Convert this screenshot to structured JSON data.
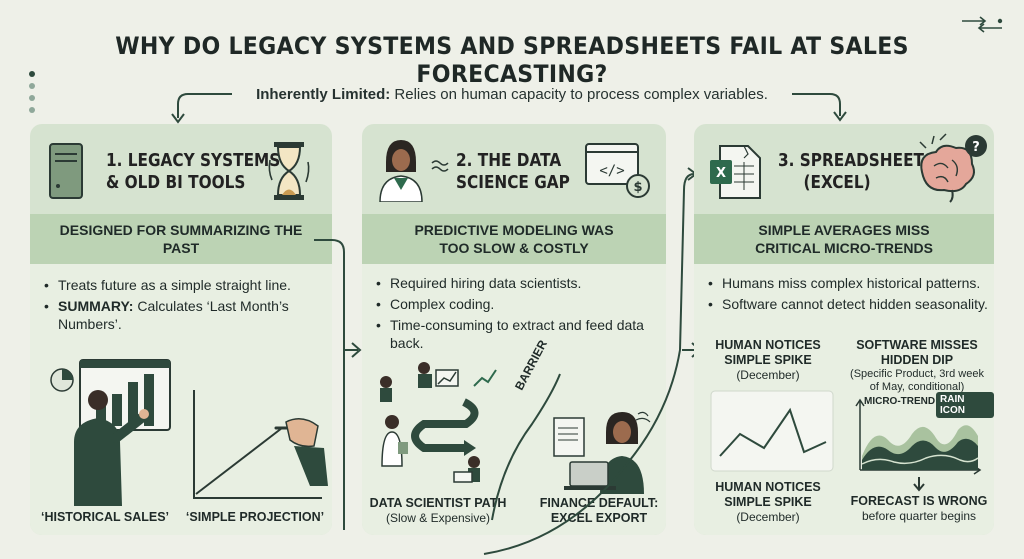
{
  "title": "WHY DO LEGACY SYSTEMS AND SPREADSHEETS FAIL AT SALES FORECASTING?",
  "subtitle": {
    "lead": "Inherently Limited:",
    "text": " Relies on human capacity to process complex variables."
  },
  "colors": {
    "panel": "#d6e3d0",
    "band": "#bcd3b4",
    "dark_green": "#2e4a3d",
    "accent_orange": "#e07a3a"
  },
  "panels": [
    {
      "title_line1": "1. LEGACY SYSTEMS",
      "title_line2": "& OLD BI TOOLS",
      "icons": [
        "server-icon",
        "hourglass-icon"
      ],
      "band": "DESIGNED FOR SUMMARIZING THE PAST",
      "bullets": [
        {
          "lead": "",
          "text": "Treats future as a simple straight line."
        },
        {
          "lead": "SUMMARY:",
          "text": " Calculates ‘Last Month’s Numbers’."
        }
      ],
      "captions": [
        "‘HISTORICAL SALES’",
        "‘SIMPLE PROJECTION’"
      ]
    },
    {
      "title_line1": "2. THE DATA",
      "title_line2": "SCIENCE GAP",
      "icons": [
        "scientist-icon",
        "code-dollar-icon"
      ],
      "band_line1": "PREDICTIVE MODELING WAS",
      "band_line2": "TOO SLOW & COSTLY",
      "bullets": [
        {
          "lead": "",
          "text": "Required hiring data scientists."
        },
        {
          "lead": "",
          "text": "Complex coding."
        },
        {
          "lead": "",
          "text": "Time-consuming to extract and feed data back."
        }
      ],
      "barrier": "BARRIER",
      "cap_left": {
        "main": "DATA SCIENTIST PATH",
        "sub": "(Slow & Expensive)"
      },
      "cap_right": {
        "line1": "FINANCE DEFAULT:",
        "line2": "EXCEL EXPORT"
      }
    },
    {
      "title_line1": "3. SPREADSHEETS",
      "title_line2": "(EXCEL)",
      "icons": [
        "excel-icon",
        "brain-question-icon"
      ],
      "band_line1": "SIMPLE AVERAGES MISS",
      "band_line2": "CRITICAL MICRO-TRENDS",
      "bullets": [
        {
          "lead": "",
          "text": "Humans miss complex historical patterns."
        },
        {
          "lead": "",
          "text": "Software cannot detect hidden seasonality."
        }
      ],
      "left_top": {
        "line1": "HUMAN NOTICES",
        "line2": "SIMPLE SPIKE",
        "sub": "(December)"
      },
      "right_top": {
        "line1": "SOFTWARE MISSES",
        "line2": "HIDDEN DIP",
        "sub": "(Specific Product, 3rd week of May, conditional)"
      },
      "micro_trend": "MICRO-TREND",
      "rain_icon": "RAIN ICON",
      "left_bottom": {
        "line1": "HUMAN NOTICES",
        "line2": "SIMPLE SPIKE",
        "sub": "(December)"
      },
      "right_bottom": {
        "main": "FORECAST IS WRONG",
        "sub": "before quarter begins"
      }
    }
  ]
}
